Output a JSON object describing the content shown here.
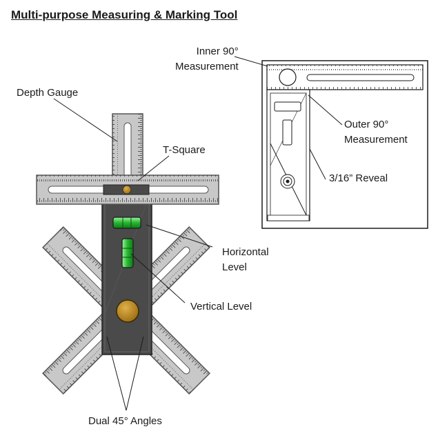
{
  "title": "Multi-purpose Measuring & Marking Tool",
  "labels": {
    "depth_gauge": "Depth Gauge",
    "t_square": "T-Square",
    "horizontal_level_line1": "Horizontal",
    "horizontal_level_line2": "Level",
    "vertical_level": "Vertical Level",
    "dual_angles": "Dual 45° Angles",
    "inner_90_line1": "Inner 90°",
    "inner_90_line2": "Measurement",
    "outer_90_line1": "Outer 90°",
    "outer_90_line2": "Measurement",
    "reveal": "3/16” Reveal"
  },
  "colors": {
    "ruler_metal": "#c8c8c8",
    "ruler_edge": "#5a5a5a",
    "body_dark": "#4a4a4a",
    "bubble_green": "#2fc23a",
    "knob_brass": "#b8860b",
    "slot_white": "#ffffff"
  }
}
